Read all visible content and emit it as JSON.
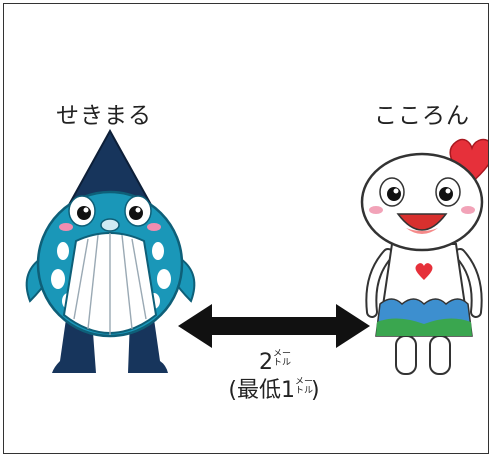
{
  "left_character": {
    "name": "せきまる"
  },
  "right_character": {
    "name": "こころん"
  },
  "distance": {
    "value": "2",
    "unit_top": "メー",
    "unit_bottom": "トル",
    "min_open": "(最低",
    "min_value": "1",
    "min_unit_top": "メー",
    "min_unit_bottom": "トル",
    "min_close": ")"
  },
  "colors": {
    "frame": "#333333",
    "arrow": "#111111",
    "sekimaru_body": "#1a97b8",
    "sekimaru_hat": "#17355c",
    "kokoron_heart": "#e6303a",
    "kokoron_skirt_blue": "#3d8fcf",
    "kokoron_skirt_green": "#3aa64f"
  }
}
